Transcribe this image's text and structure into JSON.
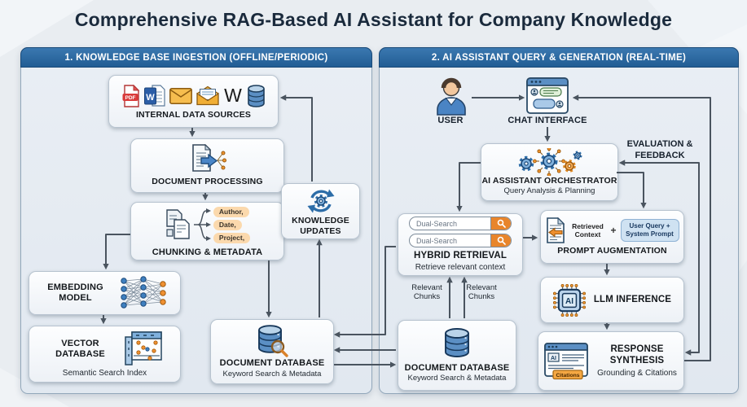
{
  "title": "Comprehensive RAG-Based AI Assistant for Company Knowledge",
  "colors": {
    "header_blue": "#2b6aa3",
    "arrow_gray": "#4a545f",
    "accent_orange": "#e8852b",
    "panel_bg": "#e7edf3",
    "title_navy": "#1a2a3c"
  },
  "p1": {
    "header": "1. KNOWLEDGE BASE INGESTION (OFFLINE/PERIODIC)",
    "internal_data_sources": {
      "label": "INTERNAL DATA SOURCES",
      "pdf": "PDF",
      "word": "W",
      "wikipedia": "W"
    },
    "document_processing": {
      "label": "DOCUMENT PROCESSING"
    },
    "chunking_metadata": {
      "label": "CHUNKING & METADATA",
      "tags": [
        "Author,",
        "Date,",
        "Project,"
      ]
    },
    "knowledge_updates": {
      "label": "KNOWLEDGE UPDATES"
    },
    "embedding_model": {
      "label": "EMBEDDING MODEL"
    },
    "vector_database": {
      "label": "VECTOR DATABASE",
      "sublabel": "Semantic Search Index"
    },
    "document_database": {
      "label": "DOCUMENT DATABASE",
      "sublabel": "Keyword Search & Metadata"
    }
  },
  "p2": {
    "header": "2. AI ASSISTANT QUERY & GENERATION (REAL-TIME)",
    "user": {
      "label": "USER"
    },
    "chat_interface": {
      "label": "CHAT INTERFACE"
    },
    "orchestrator": {
      "label": "AI ASSISTANT ORCHESTRATOR",
      "sublabel": "Query Analysis & Planning"
    },
    "evaluation_feedback": "EVALUATION & FEEDBACK",
    "hybrid_retrieval": {
      "label": "HYBRID RETRIEVAL",
      "sublabel": "Retrieve relevant context",
      "search_placeholder": "Dual-Search"
    },
    "relevant_chunks": [
      "Relevant Chunks",
      "Relevant Chunks"
    ],
    "prompt_augmentation": {
      "label": "PROMPT AUGMENTATION",
      "retrieved_context": "Retrieved Context",
      "plus": "+",
      "pill": "User Query + System Prompt"
    },
    "llm_inference": {
      "label": "LLM INFERENCE",
      "chip": "AI"
    },
    "response_synthesis": {
      "label": "RESPONSE SYNTHESIS",
      "sublabel": "Grounding & Citations",
      "window_text": "AI",
      "citations_tag": "Citations"
    },
    "document_database": {
      "label": "DOCUMENT DATABASE",
      "sublabel": "Keyword Search & Metadata"
    }
  }
}
